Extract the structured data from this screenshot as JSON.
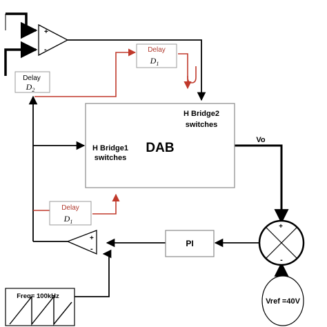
{
  "diagram": {
    "dab_block": {
      "title": "DAB"
    },
    "hbridge1": {
      "line1": "H Bridge1",
      "line2": "switches"
    },
    "hbridge2": {
      "line1": "H Bridge2",
      "line2": "switches"
    },
    "output_label": "Vo",
    "pi_block": {
      "label": "PI"
    },
    "sum_junction": {
      "plus": "+",
      "minus": "-"
    },
    "vref": {
      "label": "Vref =40V"
    },
    "carrier": {
      "label": "Freq= 100kHz"
    },
    "comparator_top": {
      "plus": "+",
      "minus": "-"
    },
    "comparator_bottom": {
      "plus": "+",
      "minus": "-"
    },
    "delay_top": {
      "title": "Delay",
      "symbol": "D",
      "subscript": "1"
    },
    "delay_left": {
      "title": "Delay",
      "symbol": "D",
      "subscript": "2"
    },
    "delay_bottom": {
      "title": "Delay",
      "symbol": "D",
      "subscript": "1"
    },
    "colors": {
      "wire": "#000000",
      "delay_wire": "#c0392b",
      "delay_text": "#b03a2e",
      "block_border": "#888888"
    }
  }
}
